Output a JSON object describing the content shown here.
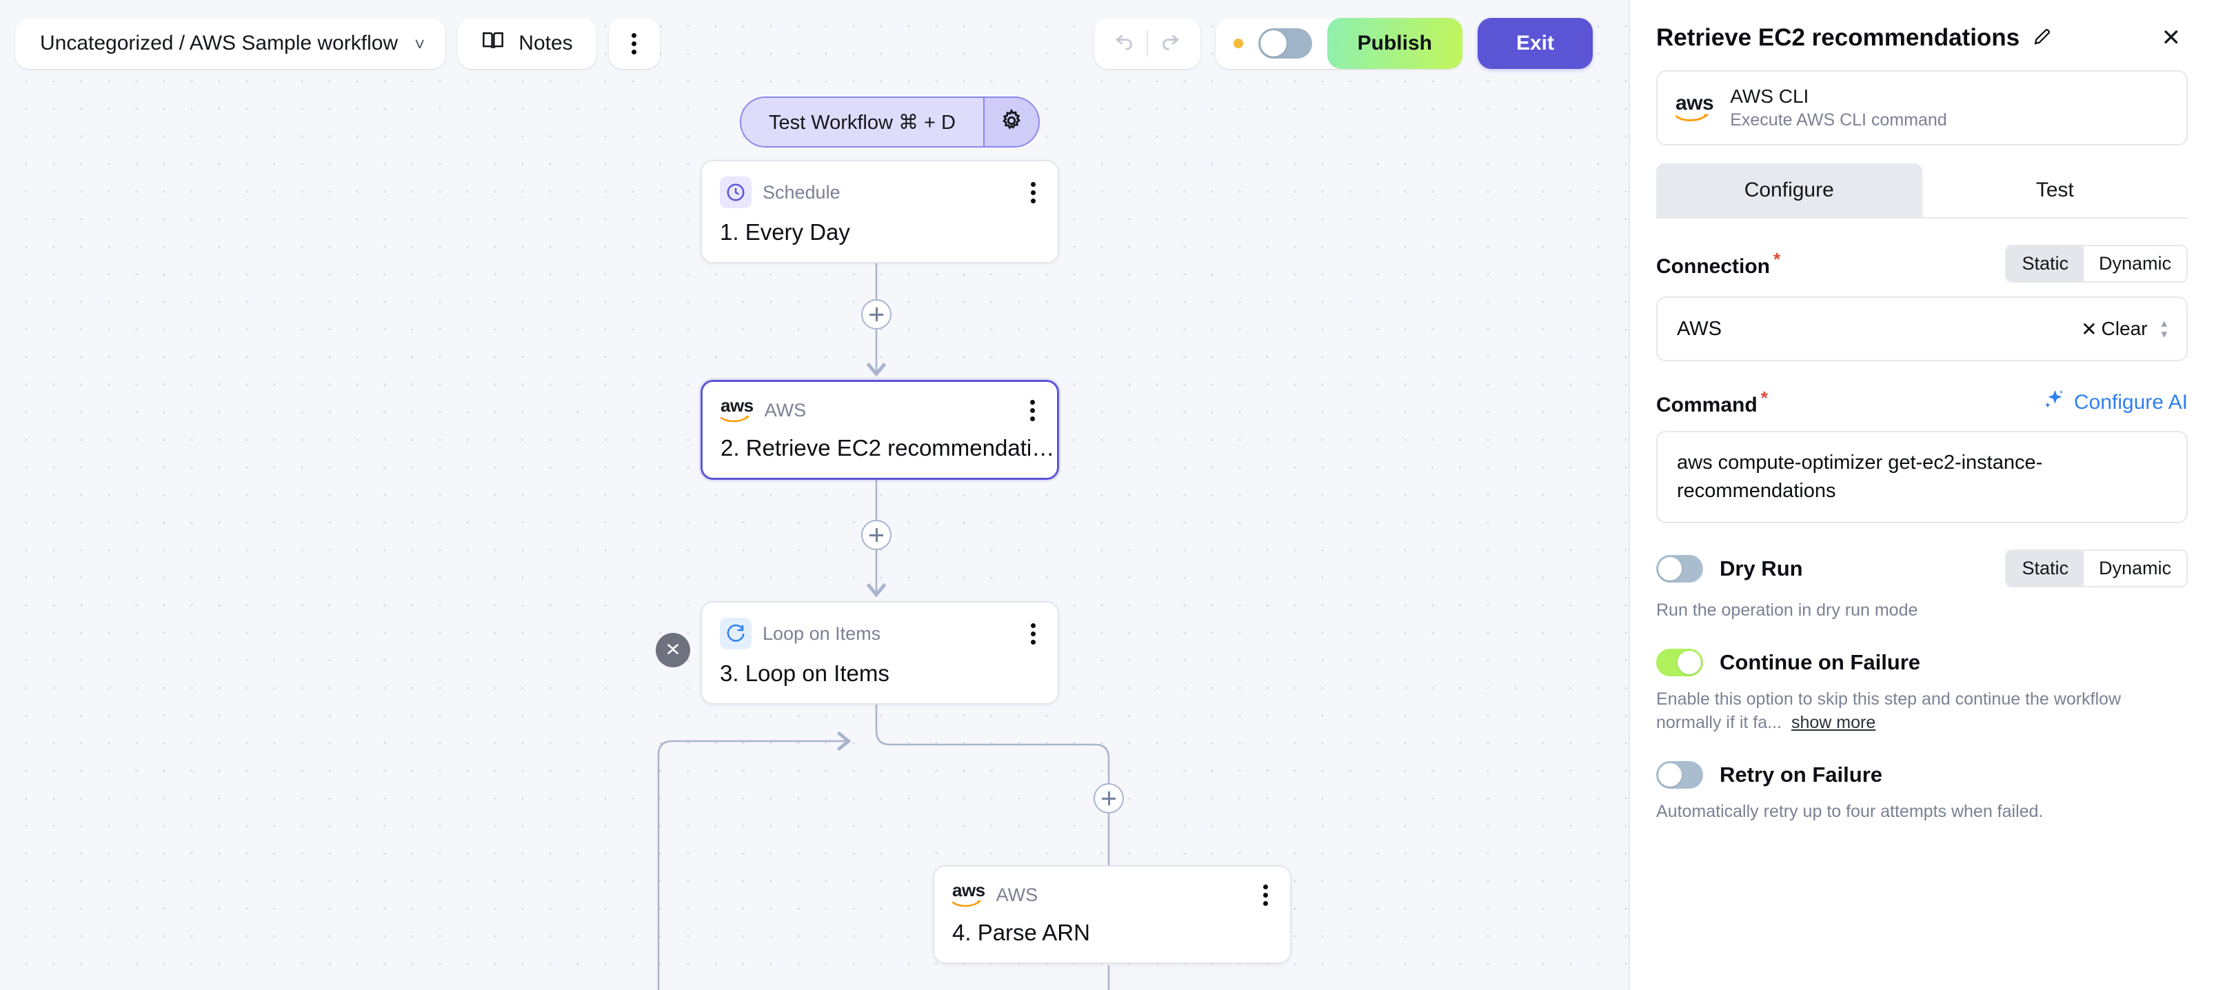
{
  "toolbar": {
    "workflow_path": "Uncategorized / AWS Sample workflow",
    "chevron_icon": "chevron-down-icon",
    "notes_label": "Notes",
    "notes_icon": "book-icon",
    "more_icon": "kebab-menu-icon",
    "undo_icon": "undo-arrow-icon",
    "redo_icon": "redo-arrow-icon",
    "status_dot_color": "#f6b93b",
    "activate_toggle_state": "off",
    "publish_label": "Publish",
    "exit_label": "Exit",
    "accent_color": "#5b55d6",
    "publish_gradient_from": "#8ef0b0",
    "publish_gradient_to": "#c1f55a"
  },
  "canvas": {
    "test_workflow_label": "Test Workflow  ⌘ + D",
    "test_settings_icon": "gear-icon",
    "add_icon": "plus-icon",
    "collapse_icon": "collapse-chevrons-icon",
    "nodes": [
      {
        "type": "Schedule",
        "title": "1. Every Day",
        "icon": "clock-icon",
        "selected": false,
        "menu_icon": "kebab-menu-icon"
      },
      {
        "type": "AWS",
        "title": "2. Retrieve EC2 recommendati…",
        "icon": "aws-logo-icon",
        "selected": true,
        "menu_icon": "kebab-menu-icon"
      },
      {
        "type": "Loop on Items",
        "title": "3. Loop on Items",
        "icon": "loop-refresh-icon",
        "selected": false,
        "menu_icon": "kebab-menu-icon"
      },
      {
        "type": "AWS",
        "title": "4. Parse ARN",
        "icon": "aws-logo-icon",
        "selected": false,
        "menu_icon": "kebab-menu-icon"
      }
    ]
  },
  "panel": {
    "title": "Retrieve EC2 recommendations",
    "edit_icon": "pencil-icon",
    "close_icon": "close-x-icon",
    "app": {
      "icon": "aws-logo-icon",
      "name": "AWS CLI",
      "description": "Execute AWS CLI command"
    },
    "tabs": [
      {
        "label": "Configure",
        "active": true
      },
      {
        "label": "Test",
        "active": false
      }
    ],
    "connection": {
      "label": "Connection",
      "required_marker": "*",
      "mode_options": [
        "Static",
        "Dynamic"
      ],
      "mode_selected": "Static",
      "value": "AWS",
      "clear_label": "Clear",
      "clear_icon": "close-x-icon",
      "stepper_icon": "chevron-up-down-icon"
    },
    "command": {
      "label": "Command",
      "required_marker": "*",
      "configure_ai_label": "Configure AI",
      "configure_ai_icon": "sparkle-ai-icon",
      "value": "aws compute-optimizer get-ec2-instance-recommendations"
    },
    "dry_run": {
      "label": "Dry Run",
      "state": "off",
      "help": "Run the operation in dry run mode",
      "mode_options": [
        "Static",
        "Dynamic"
      ],
      "mode_selected": "Static"
    },
    "continue_on_failure": {
      "label": "Continue on Failure",
      "state": "on",
      "help": "Enable this option to skip this step and continue the workflow normally if it fa...",
      "show_more_label": "show more"
    },
    "retry_on_failure": {
      "label": "Retry on Failure",
      "state": "off",
      "help": "Automatically retry up to four attempts when failed."
    }
  }
}
